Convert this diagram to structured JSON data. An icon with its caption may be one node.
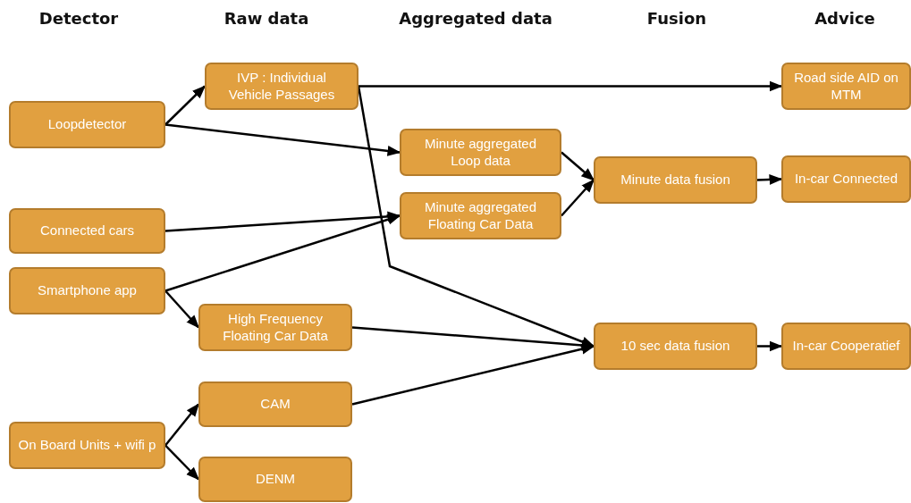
{
  "diagram": {
    "nodes": [
      {
        "text": [
          "Loopdetector"
        ]
      },
      {
        "text": [
          "Connected cars"
        ]
      },
      {
        "text": [
          "Smartphone app"
        ]
      },
      {
        "text": [
          "On Board Units + wifi p"
        ]
      },
      {
        "text": [
          "IVP : Individual Vehicle Passages"
        ]
      },
      {
        "text": [
          "High Frequency Floating Car Data"
        ]
      },
      {
        "text": [
          "CAM"
        ]
      },
      {
        "text": [
          "DENM"
        ]
      },
      {
        "text": [
          "Minute aggregated Loop data"
        ]
      },
      {
        "text": [
          "Minute aggregated Floating Car Data"
        ]
      },
      {
        "text": [
          "Minute data fusion"
        ]
      },
      {
        "text": [
          "10 sec data fusion"
        ]
      },
      {
        "text": [
          "Road side AID on MTM"
        ]
      },
      {
        "text": [
          "In-car Connected"
        ]
      },
      {
        "text": [
          "In-car Cooperatief"
        ]
      }
    ],
    "edges": [
      {
        "from": 0,
        "to": 4,
        "arrow": "to"
      },
      {
        "from": 0,
        "to": 8,
        "arrow": "to"
      },
      {
        "from": 1,
        "to": 9,
        "arrow": "to"
      },
      {
        "from": 2,
        "to": 9,
        "arrow": "to"
      },
      {
        "from": 2,
        "to": 5,
        "arrow": "to"
      },
      {
        "from": 3,
        "to": 6,
        "arrow": "to"
      },
      {
        "from": 3,
        "to": 7,
        "arrow": "to"
      },
      {
        "from": 4,
        "to": 12,
        "arrow": "to"
      },
      {
        "from": 4,
        "to": 11,
        "arrow": "to"
      },
      {
        "from": 8,
        "to": 10,
        "arrow": "to"
      },
      {
        "from": 9,
        "to": 10,
        "arrow": "to"
      },
      {
        "from": 10,
        "to": 13,
        "arrow": "to"
      },
      {
        "from": 5,
        "to": 11,
        "arrow": "to"
      },
      {
        "from": 6,
        "to": 11,
        "arrow": "to"
      },
      {
        "from": 11,
        "to": 14,
        "arrow": "to"
      }
    ],
    "labels": [
      "Detector",
      "Raw data",
      "Aggregated data",
      "Fusion",
      "Advice"
    ]
  }
}
